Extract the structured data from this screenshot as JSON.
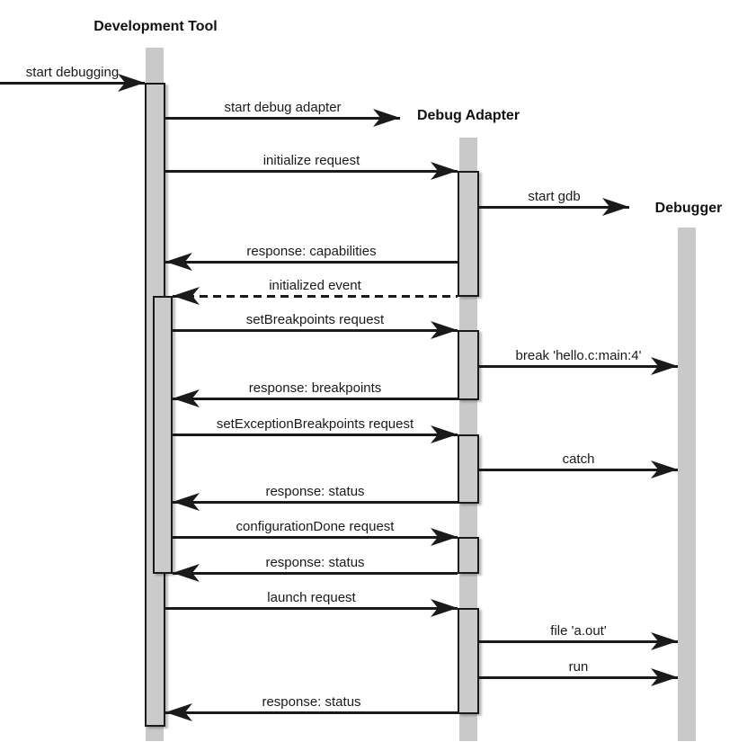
{
  "colors": {
    "background": "#ffffff",
    "lifeline_fill": "#c9c9c9",
    "activation_fill": "#cbcbcb",
    "line": "#1a1a1a",
    "text": "#1a1a1a"
  },
  "actors": [
    {
      "id": "development-tool",
      "label": "Development Tool"
    },
    {
      "id": "debug-adapter",
      "label": "Debug Adapter"
    },
    {
      "id": "debugger",
      "label": "Debugger"
    }
  ],
  "messages": [
    {
      "label": "start debugging",
      "from": "user",
      "to": "development-tool",
      "style": "solid"
    },
    {
      "label": "start debug adapter",
      "from": "development-tool",
      "to": "debug-adapter",
      "style": "solid"
    },
    {
      "label": "initialize request",
      "from": "development-tool",
      "to": "debug-adapter",
      "style": "solid"
    },
    {
      "label": "start gdb",
      "from": "debug-adapter",
      "to": "debugger",
      "style": "solid"
    },
    {
      "label": "response: capabilities",
      "from": "debug-adapter",
      "to": "development-tool",
      "style": "solid"
    },
    {
      "label": "initialized event",
      "from": "debug-adapter",
      "to": "development-tool",
      "style": "dashed"
    },
    {
      "label": "setBreakpoints request",
      "from": "development-tool",
      "to": "debug-adapter",
      "style": "solid"
    },
    {
      "label": "break 'hello.c:main:4'",
      "from": "debug-adapter",
      "to": "debugger",
      "style": "solid"
    },
    {
      "label": "response: breakpoints",
      "from": "debug-adapter",
      "to": "development-tool",
      "style": "solid"
    },
    {
      "label": "setExceptionBreakpoints request",
      "from": "development-tool",
      "to": "debug-adapter",
      "style": "solid"
    },
    {
      "label": "catch",
      "from": "debug-adapter",
      "to": "debugger",
      "style": "solid"
    },
    {
      "label": "response: status",
      "from": "debug-adapter",
      "to": "development-tool",
      "style": "solid"
    },
    {
      "label": "configurationDone request",
      "from": "development-tool",
      "to": "debug-adapter",
      "style": "solid"
    },
    {
      "label": "response: status",
      "from": "debug-adapter",
      "to": "development-tool",
      "style": "solid"
    },
    {
      "label": "launch request",
      "from": "development-tool",
      "to": "debug-adapter",
      "style": "solid"
    },
    {
      "label": "file 'a.out'",
      "from": "debug-adapter",
      "to": "debugger",
      "style": "solid"
    },
    {
      "label": "run",
      "from": "debug-adapter",
      "to": "debugger",
      "style": "solid"
    },
    {
      "label": "response: status",
      "from": "debug-adapter",
      "to": "development-tool",
      "style": "solid"
    }
  ]
}
